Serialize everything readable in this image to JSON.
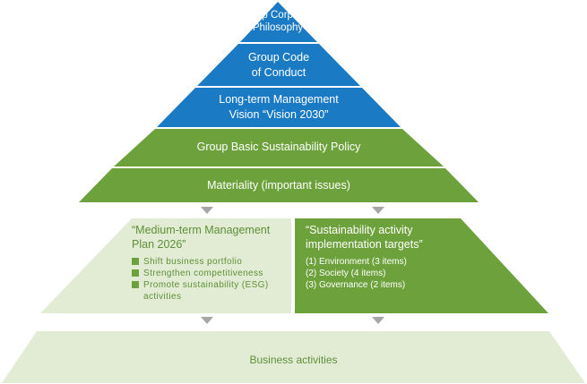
{
  "colors": {
    "blue": "#1a7bc4",
    "green": "#6da13c",
    "light_green": "#e2ecd5",
    "green_text": "#5e8f35",
    "arrow_gray": "#a6a6a6"
  },
  "apex": {
    "line1": "Group Corporate",
    "line2": "Philosophy"
  },
  "code_of_conduct": {
    "line1": "Group Code",
    "line2": "of Conduct"
  },
  "vision": {
    "line1": "Long-term Management",
    "line2": "Vision “Vision 2030”"
  },
  "basic_policy": {
    "label": "Group Basic Sustainability Policy"
  },
  "materiality": {
    "label": "Materiality (important issues)"
  },
  "mid_term_plan": {
    "line1": "“Medium-term Management",
    "line2": "Plan 2026”",
    "bullets": [
      "Shift business portfolio",
      "Strengthen competitiveness",
      "Promote sustainability (ESG)",
      "activities"
    ]
  },
  "targets": {
    "line1": "“Sustainability activity",
    "line2": "implementation targets”",
    "items": [
      "(1) Environment (3 items)",
      "(2) Society (4 items)",
      "(3) Governance (2 items)"
    ]
  },
  "base": {
    "label": "Business activities"
  }
}
